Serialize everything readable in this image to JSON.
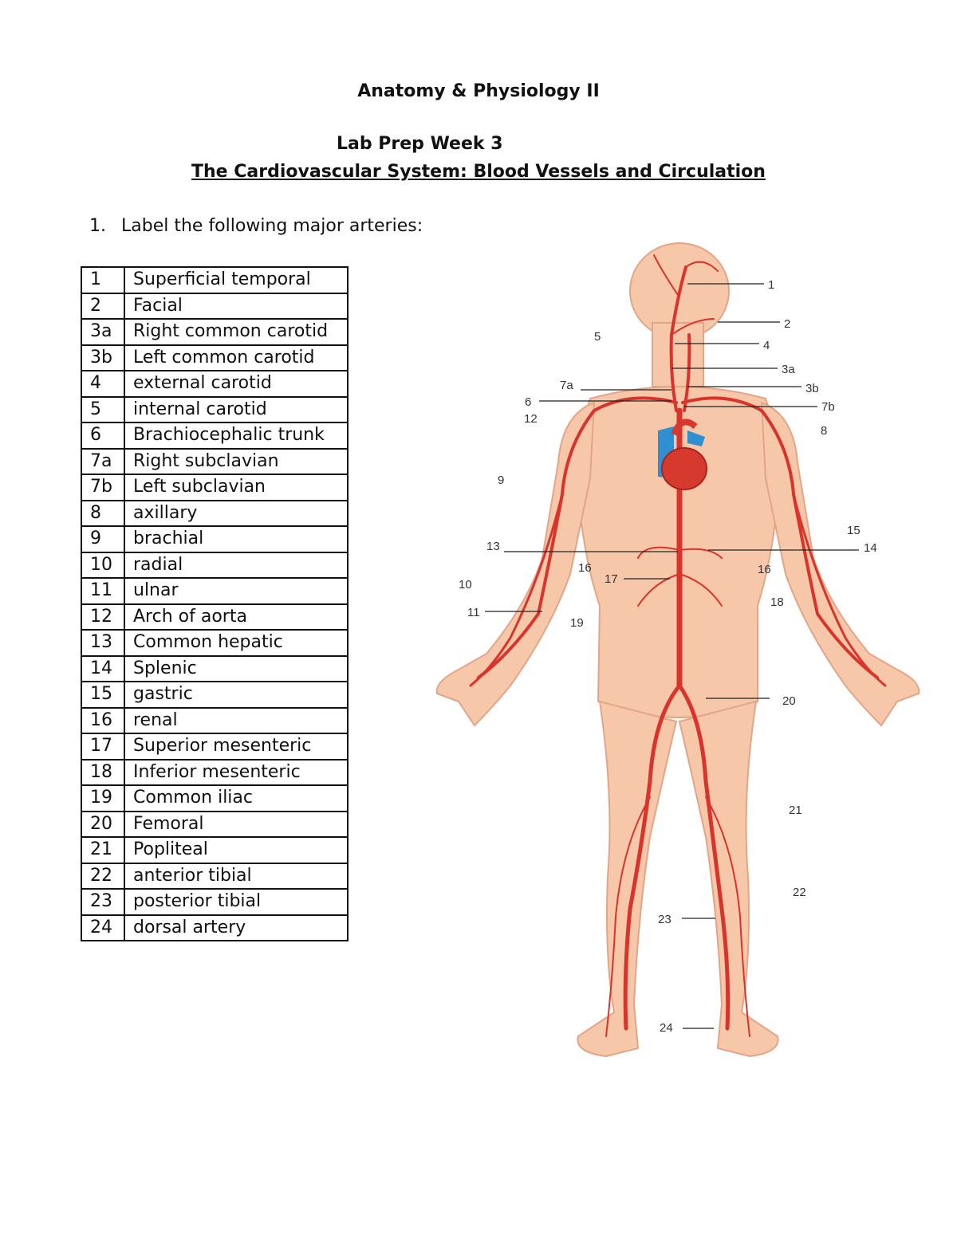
{
  "header": {
    "course": "Anatomy & Physiology II",
    "week": "Lab Prep Week 3",
    "topic": "The Cardiovascular System: Blood Vessels and Circulation"
  },
  "question": {
    "number": "1.",
    "text": "Label the following major arteries:"
  },
  "answers": [
    {
      "n": "1",
      "name": "Superficial temporal"
    },
    {
      "n": "2",
      "name": "Facial"
    },
    {
      "n": "3a",
      "name": "Right common carotid"
    },
    {
      "n": "3b",
      "name": "Left common carotid"
    },
    {
      "n": "4",
      "name": "external carotid"
    },
    {
      "n": "5",
      "name": "internal carotid"
    },
    {
      "n": "6",
      "name": "Brachiocephalic trunk"
    },
    {
      "n": "7a",
      "name": "Right subclavian"
    },
    {
      "n": "7b",
      "name": "Left subclavian"
    },
    {
      "n": "8",
      "name": "axillary"
    },
    {
      "n": "9",
      "name": "brachial"
    },
    {
      "n": "10",
      "name": "radial"
    },
    {
      "n": "11",
      "name": "ulnar"
    },
    {
      "n": "12",
      "name": "Arch of aorta"
    },
    {
      "n": "13",
      "name": "Common hepatic"
    },
    {
      "n": "14",
      "name": "Splenic"
    },
    {
      "n": "15",
      "name": "gastric"
    },
    {
      "n": "16",
      "name": "renal"
    },
    {
      "n": "17",
      "name": "Superior mesenteric"
    },
    {
      "n": "18",
      "name": "Inferior mesenteric"
    },
    {
      "n": "19",
      "name": "Common iliac"
    },
    {
      "n": "20",
      "name": "Femoral"
    },
    {
      "n": "21",
      "name": "Popliteal"
    },
    {
      "n": "22",
      "name": "anterior tibial"
    },
    {
      "n": "23",
      "name": "posterior tibial"
    },
    {
      "n": "24",
      "name": "dorsal artery"
    }
  ],
  "diagram_labels": {
    "l1": "1",
    "l2": "2",
    "l3a": "3a",
    "l3b": "3b",
    "l4": "4",
    "l5": "5",
    "l6": "6",
    "l7a": "7a",
    "l7b": "7b",
    "l8": "8",
    "l9": "9",
    "l10": "10",
    "l11": "11",
    "l12": "12",
    "l13": "13",
    "l14": "14",
    "l15": "15",
    "l16a": "16",
    "l16b": "16",
    "l17": "17",
    "l18": "18",
    "l19": "19",
    "l20": "20",
    "l21": "21",
    "l22": "22",
    "l23": "23",
    "l24": "24"
  },
  "colors": {
    "skin": "#f6c7a8",
    "skin_outline": "#e3a587",
    "artery": "#d9342b",
    "vein": "#2f8fd0",
    "heart": "#d63a2e"
  }
}
